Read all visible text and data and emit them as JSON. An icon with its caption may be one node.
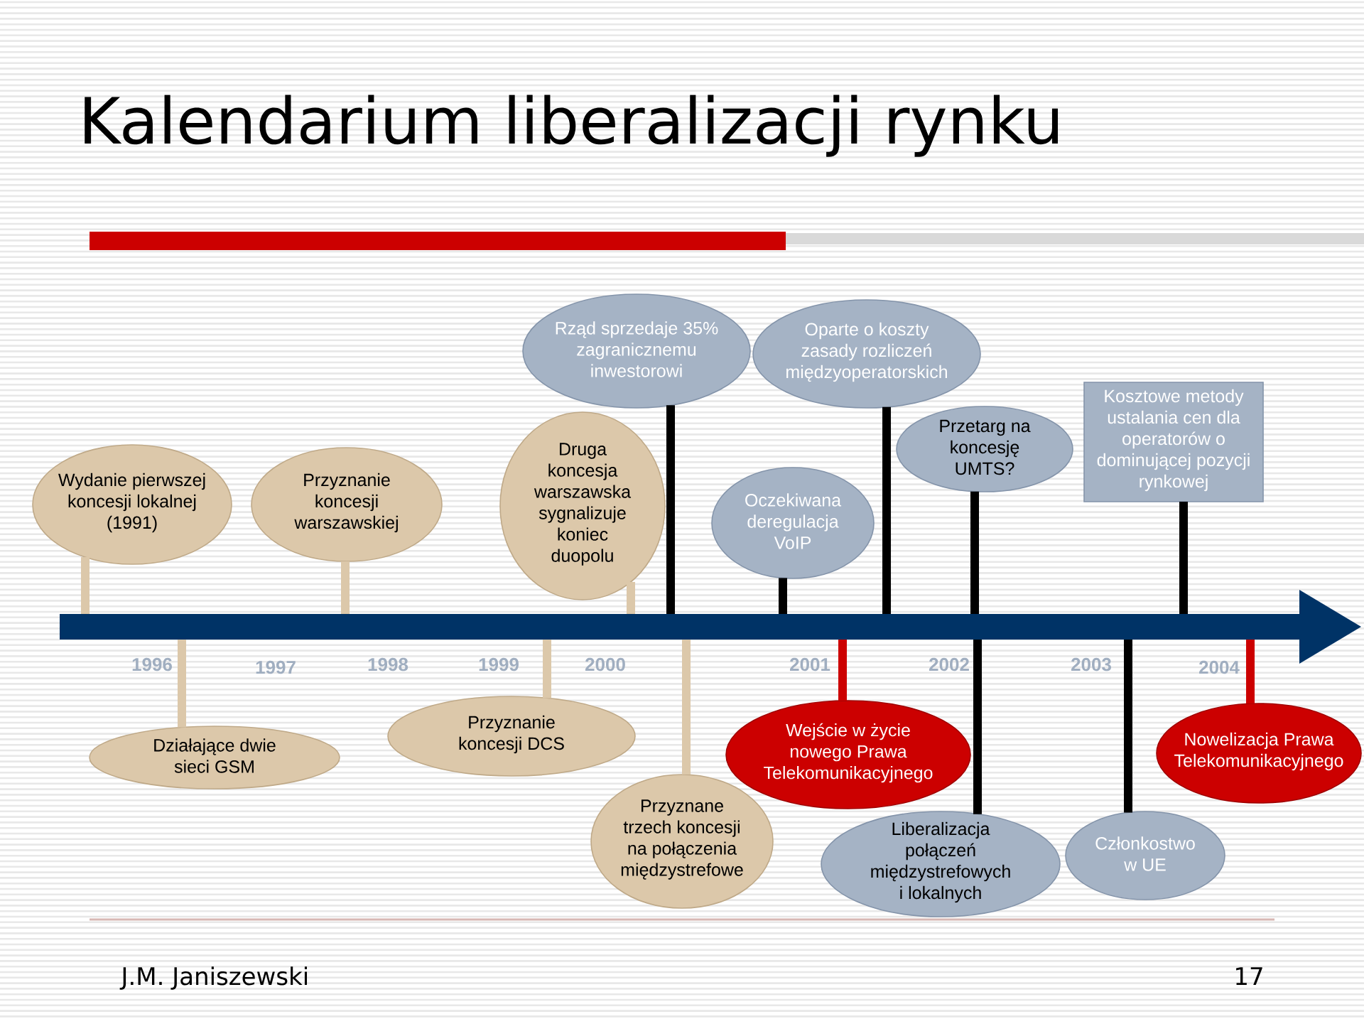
{
  "diagram": {
    "title": "Kalendarium liberalizacji rynku",
    "nodes": [
      {
        "text": [
          "Wydanie pierwszej koncesji lokalnej (1991)"
        ]
      },
      {
        "text": [
          "Przyznanie koncesji warszawskiej"
        ]
      },
      {
        "text": [
          "Rząd sprzedaje 35% zagranicznemu inwestorowi"
        ]
      },
      {
        "text": [
          "Druga koncesja warszawska sygnalizuje koniec duopolu"
        ]
      },
      {
        "text": [
          "Oparte o koszty zasady rozliczeń międzyoperatorskich"
        ]
      },
      {
        "text": [
          "Oczekiwana deregulacja VoIP"
        ]
      },
      {
        "text": [
          "Przetarg na koncesję UMTS?"
        ]
      },
      {
        "text": [
          "Kosztowe metody ustalania cen dla operatorów o dominującej pozycji rynkowej"
        ]
      },
      {
        "text": [],
        "shape": "arrow"
      },
      {
        "text": [
          "Działające dwie sieci GSM"
        ]
      },
      {
        "text": [
          "Przyznanie koncesji DCS"
        ]
      },
      {
        "text": [
          "Przyznane trzech koncesji na połączenia międzystrefowe"
        ]
      },
      {
        "text": [
          "Wejście w życie nowego Prawa Telekomunikacyjnego"
        ]
      },
      {
        "text": [
          "Liberalizacja połączeń międzystrefowych i lokalnych"
        ]
      },
      {
        "text": [
          "Nowelizacja Prawa Telekomunikacyjnego"
        ]
      },
      {
        "text": [
          "Członkostwo w UE"
        ]
      }
    ],
    "edges": [
      {
        "from": 0,
        "to": 8,
        "arrow": "none",
        "color": "#dcc8aa"
      },
      {
        "from": 1,
        "to": 8,
        "arrow": "none",
        "color": "#dcc8aa"
      },
      {
        "from": 2,
        "to": 8,
        "arrow": "none"
      },
      {
        "from": 3,
        "to": 8,
        "arrow": "none",
        "color": "#dcc8aa"
      },
      {
        "from": 4,
        "to": 8,
        "arrow": "none"
      },
      {
        "from": 5,
        "to": 8,
        "arrow": "none"
      },
      {
        "from": 6,
        "to": 8,
        "arrow": "none"
      },
      {
        "from": 7,
        "to": 8,
        "arrow": "none"
      },
      {
        "from": 9,
        "to": 8,
        "arrow": "none",
        "color": "#dcc8aa"
      },
      {
        "from": 10,
        "to": 8,
        "arrow": "none",
        "color": "#dcc8aa"
      },
      {
        "from": 11,
        "to": 8,
        "arrow": "none",
        "color": "#dcc8aa"
      },
      {
        "from": 12,
        "to": 8,
        "arrow": "none",
        "color": "#cc0000"
      },
      {
        "from": 13,
        "to": 8,
        "arrow": "none"
      },
      {
        "from": 14,
        "to": 8,
        "arrow": "none",
        "color": "#cc0000"
      },
      {
        "from": 15,
        "to": 8,
        "arrow": "none"
      }
    ],
    "labels": [
      "1996",
      "1997",
      "1998",
      "1999",
      "2000",
      "2001",
      "2002",
      "2003",
      "2004",
      "J.M. Janiszewski",
      "17"
    ]
  }
}
